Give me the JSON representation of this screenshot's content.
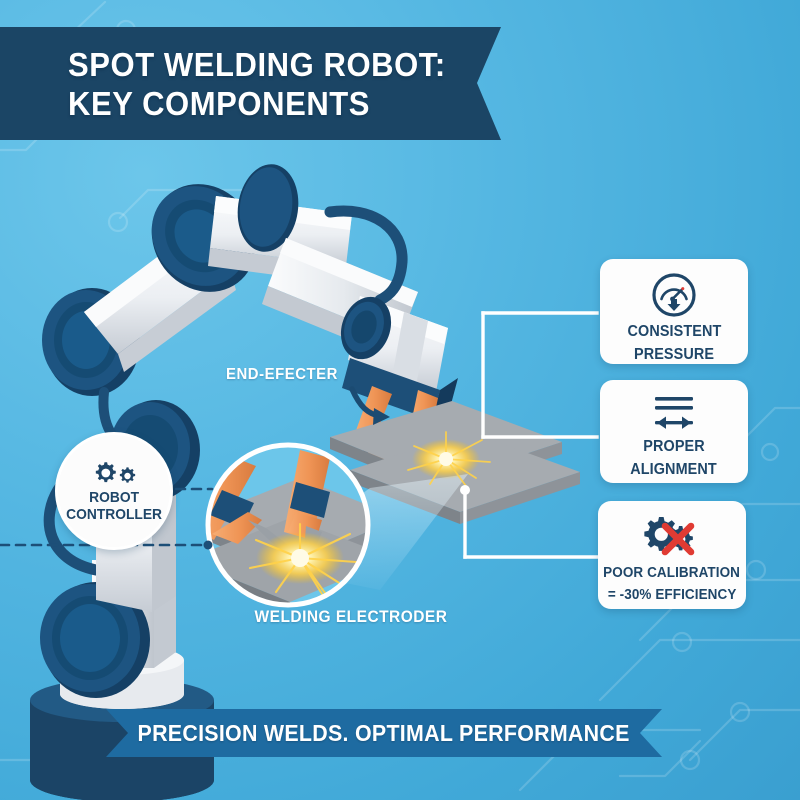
{
  "poster": {
    "title_line1": "SPOT WELDING ROBOT:",
    "title_line2": "KEY COMPONENTS",
    "footer_tagline": "PRECISION WELDS. OPTIMAL PERFORMANCE"
  },
  "colors": {
    "background_top": "#6cc6ea",
    "background_bottom": "#3a9fd0",
    "title_banner": "#1b4565",
    "footer_banner": "#1e6ba1",
    "navy_text": "#1f4668",
    "card_background": "#fdfdfd",
    "robot_metal_light": "#f0f2f5",
    "robot_metal_mid": "#c9ced6",
    "robot_joint_navy": "#1d4f78",
    "robot_joint_dark": "#143a5c",
    "electrode_orange": "#ef9455",
    "electrode_band": "#1d4f78",
    "plate_gray": "#9a9ea3",
    "spark_yellow": "#ffd24a",
    "error_red": "#e03b33",
    "connector_white": "#ffffff"
  },
  "callout_cards": [
    {
      "id": "consistent-pressure",
      "icon": "pressure-gauge-icon",
      "label_line1": "CONSISTENT",
      "label_line2": "PRESSURE"
    },
    {
      "id": "proper-alignment",
      "icon": "alignment-arrow-icon",
      "label_line1": "PROPER",
      "label_line2": "ALIGNMENT"
    },
    {
      "id": "poor-calibration",
      "icon": "gear-crossed-out-icon",
      "label_line1": "POOR CALIBRATION",
      "label_line2": "= -30% EFFICIENCY"
    }
  ],
  "controller_badge": {
    "icon": "gears-icon",
    "label_line1": "ROBOT",
    "label_line2": "CONTROLLER"
  },
  "annotations": {
    "end_effector": "END-EFECTER",
    "welding_electrode": "WELDING ELECTRODER"
  }
}
